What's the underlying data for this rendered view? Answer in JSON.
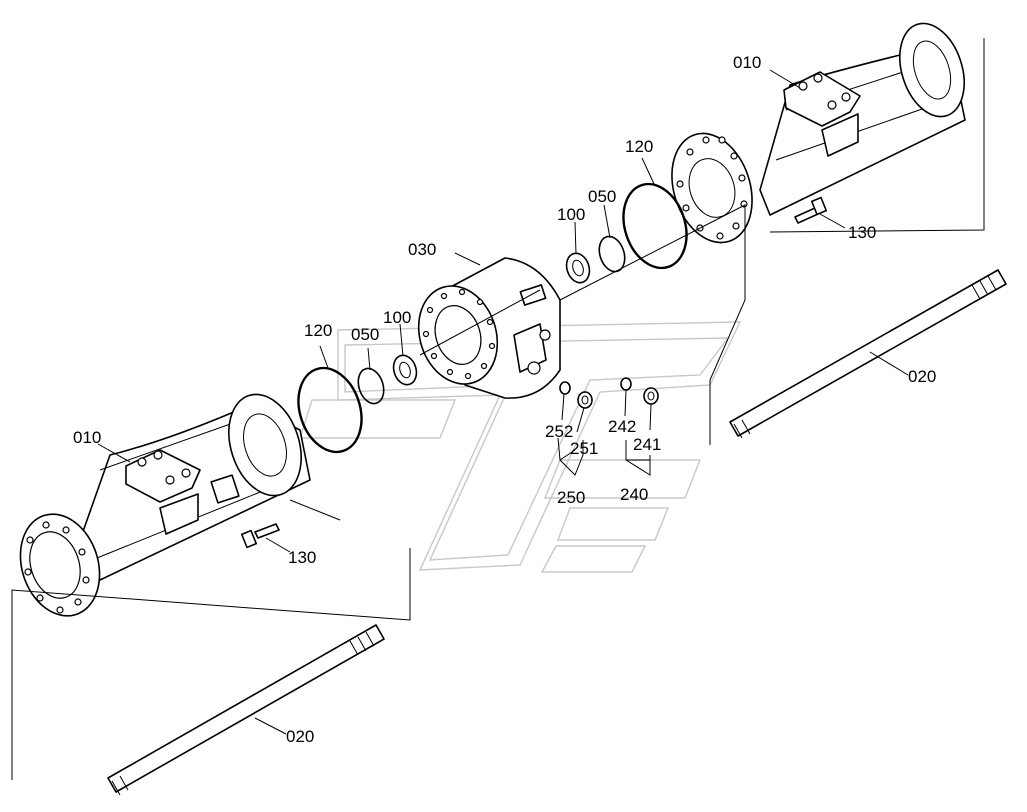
{
  "labels": {
    "housing_right": "010",
    "housing_left": "010",
    "shaft_right": "020",
    "shaft_left": "020",
    "carrier": "030",
    "ring_upper": "050",
    "ring_lower": "050",
    "bearing_upper": "100",
    "bearing_lower": "100",
    "oring_upper": "120",
    "oring_lower": "120",
    "bolt_right": "130",
    "bolt_left": "130",
    "plug_group_a": "240",
    "plug_a_part": "241",
    "plug_a_seal": "242",
    "plug_group_b": "250",
    "plug_b_part": "251",
    "plug_b_seal": "252"
  }
}
